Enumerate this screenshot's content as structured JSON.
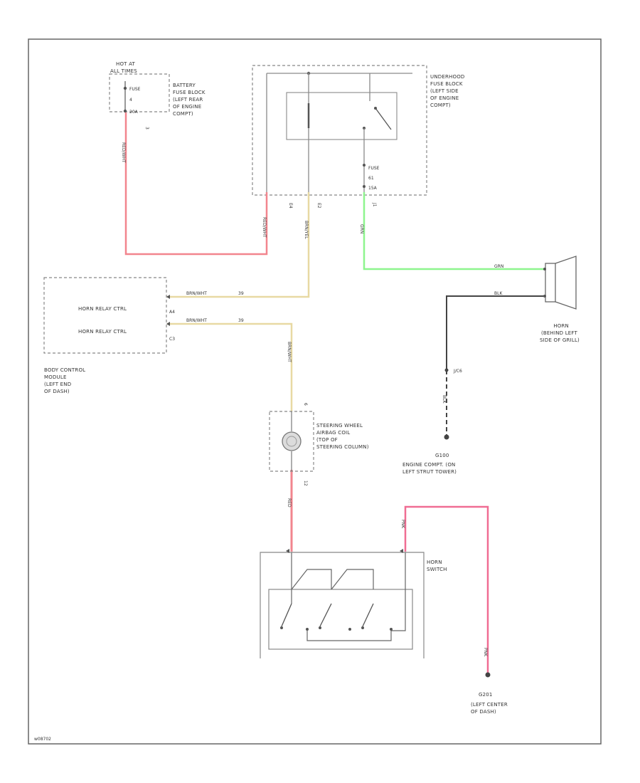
{
  "footer_code": "w08702",
  "battery_block": {
    "hot": [
      "HOT AT",
      "ALL TIMES"
    ],
    "fuse": "FUSE",
    "fuse_num": "4",
    "fuse_amp": "20A",
    "pin": "3",
    "desc": [
      "BATTERY",
      "FUSE BLOCK",
      "(LEFT REAR",
      "OF ENGINE",
      "COMPT)"
    ]
  },
  "underhood_block": {
    "desc": [
      "UNDERHOOD",
      "FUSE BLOCK",
      "(LEFT SIDE",
      "OF ENGINE",
      "COMPT)"
    ],
    "fuse": "FUSE",
    "fuse_num": "61",
    "fuse_amp": "15A",
    "pins": [
      "E4",
      "E2",
      "J1"
    ]
  },
  "bcm": {
    "rows": [
      "HORN RELAY CTRL",
      "HORN RELAY CTRL"
    ],
    "pins": [
      "A4",
      "C3"
    ],
    "desc": [
      "BODY CONTROL",
      "MODULE",
      "(LEFT END",
      "OF DASH)"
    ]
  },
  "wires": {
    "red_top": "RED/WHT",
    "red_top2": "RED/WHT",
    "yel_top": "BRN/YEL",
    "green_v": "GRN",
    "green_h": "GRN",
    "blk_h": "BLK",
    "yel_a": "BRN/WHT",
    "yel_a_ref": "39",
    "yel_b": "BRN/WHT",
    "yel_b_ref": "39",
    "yel_down": "BRN/WHT",
    "blk_v": "BLK",
    "red_low": "RED",
    "pink_top": "PNK",
    "pink_v": "PNK"
  },
  "horn": {
    "desc": [
      "HORN",
      "(BEHIND LEFT",
      "SIDE OF GRILL)"
    ]
  },
  "junction": "J/C6",
  "ground1": {
    "code": "G100",
    "desc": [
      "ENGINE COMPT. (ON",
      "LEFT STRUT TOWER)"
    ]
  },
  "coil": {
    "pin_top": "6",
    "pin_bottom": "12",
    "desc": [
      "STEERING WHEEL",
      "AIRBAG COIL",
      "(TOP OF",
      "STEERING COLUMN)"
    ]
  },
  "switch": {
    "desc": [
      "HORN",
      "SWITCH"
    ]
  },
  "ground2": {
    "code": "G201",
    "desc": [
      "(LEFT CENTER",
      "OF DASH)"
    ]
  },
  "colors": {
    "red": "#f2858e",
    "green": "#8ef58e",
    "yellow": "#e8d9a3",
    "pink": "#f06d93",
    "gray": "#8a8a8a",
    "dark": "#444444"
  }
}
